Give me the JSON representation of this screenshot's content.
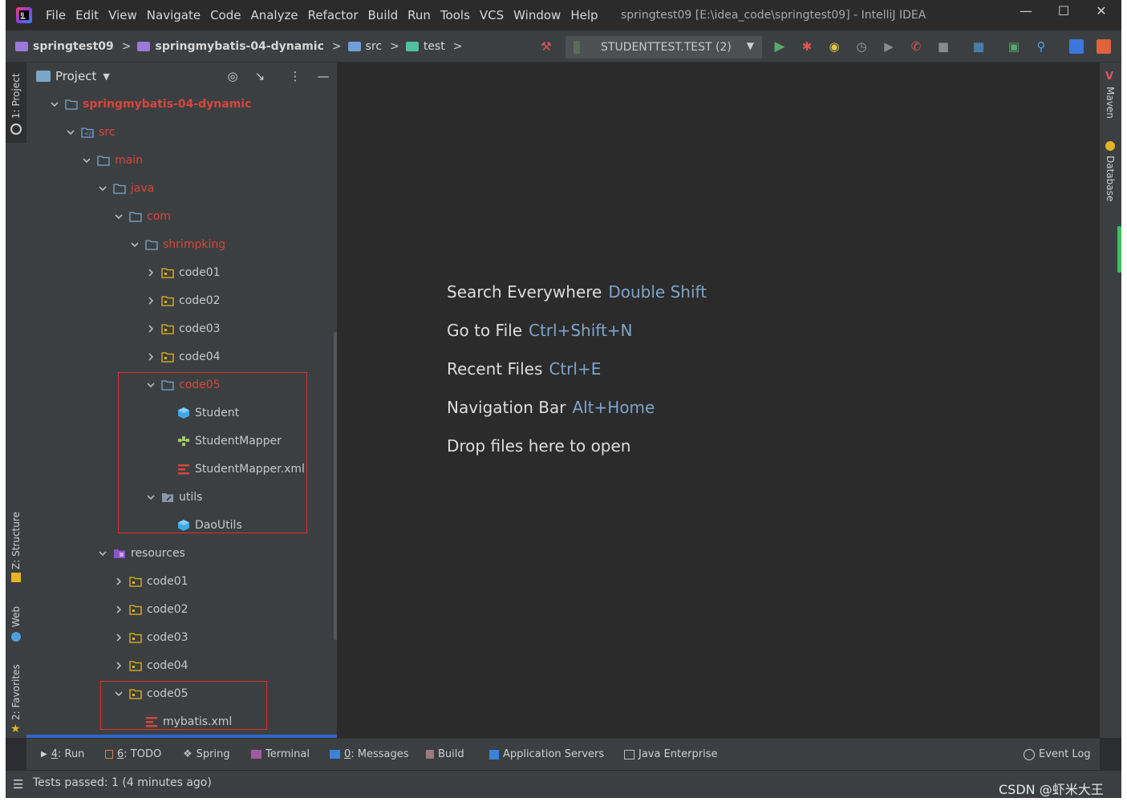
{
  "menu": [
    "File",
    "Edit",
    "View",
    "Navigate",
    "Code",
    "Analyze",
    "Refactor",
    "Build",
    "Run",
    "Tools",
    "VCS",
    "Window",
    "Help"
  ],
  "window_title": "springtest09 [E:\\idea_code\\springtest09] - IntelliJ IDEA",
  "nav": {
    "project": "springtest09",
    "module": "springmybatis-04-dynamic",
    "folder": "src",
    "subfolder": "test",
    "run_config": "STUDENTTEST.TEST (2)"
  },
  "left_tabs": {
    "project": "1: Project",
    "structure": "Z: Structure",
    "web": "Web",
    "favorites": "2: Favorites"
  },
  "right_tabs": {
    "maven": "Maven",
    "database": "Database"
  },
  "project_panel": {
    "title": "Project",
    "tree": [
      {
        "label": "springmybatis-04-dynamic",
        "icon": "module-folder-icon"
      },
      {
        "label": "src",
        "icon": "source-folder-icon"
      },
      {
        "label": "main",
        "icon": "folder-icon"
      },
      {
        "label": "java",
        "icon": "folder-icon"
      },
      {
        "label": "com",
        "icon": "folder-icon"
      },
      {
        "label": "shrimpking",
        "icon": "folder-icon"
      },
      {
        "label": "code01",
        "icon": "package-icon"
      },
      {
        "label": "code02",
        "icon": "package-icon"
      },
      {
        "label": "code03",
        "icon": "package-icon"
      },
      {
        "label": "code04",
        "icon": "package-icon"
      },
      {
        "label": "code05",
        "icon": "folder-icon"
      },
      {
        "label": "Student",
        "icon": "class-icon"
      },
      {
        "label": "StudentMapper",
        "icon": "mapper-interface-icon"
      },
      {
        "label": "StudentMapper.xml",
        "icon": "mybatis-xml-icon"
      },
      {
        "label": "utils",
        "icon": "utils-folder-icon"
      },
      {
        "label": "DaoUtils",
        "icon": "class-icon"
      },
      {
        "label": "resources",
        "icon": "resources-folder-icon"
      },
      {
        "label": "code01",
        "icon": "package-icon"
      },
      {
        "label": "code02",
        "icon": "package-icon"
      },
      {
        "label": "code03",
        "icon": "package-icon"
      },
      {
        "label": "code04",
        "icon": "package-icon"
      },
      {
        "label": "code05",
        "icon": "package-icon"
      },
      {
        "label": "mybatis.xml",
        "icon": "mybatis-xml-icon"
      }
    ]
  },
  "editor_hints": [
    {
      "action": "Search Everywhere",
      "key": "Double Shift"
    },
    {
      "action": "Go to File",
      "key": "Ctrl+Shift+N"
    },
    {
      "action": "Recent Files",
      "key": "Ctrl+E"
    },
    {
      "action": "Navigation Bar",
      "key": "Alt+Home"
    },
    {
      "action": "Drop files here to open",
      "key": ""
    }
  ],
  "bottom_tabs": {
    "run_num": "4",
    "run": ": Run",
    "todo_num": "6",
    "todo": ": TODO",
    "spring": "Spring",
    "terminal": "Terminal",
    "messages_num": "0",
    "messages": ": Messages",
    "build": "Build",
    "app_servers": "Application Servers",
    "java_enterprise": "Java Enterprise",
    "event_log": "Event Log"
  },
  "status": "Tests passed: 1 (4 minutes ago)",
  "watermark": "CSDN @虾米大王",
  "colors": {
    "red_label": "#d7463b",
    "hint_key": "#7ea4c9",
    "panel_bg": "#3c3f41",
    "editor_bg": "#2b2b2b",
    "highlight_box": "#e03030"
  }
}
